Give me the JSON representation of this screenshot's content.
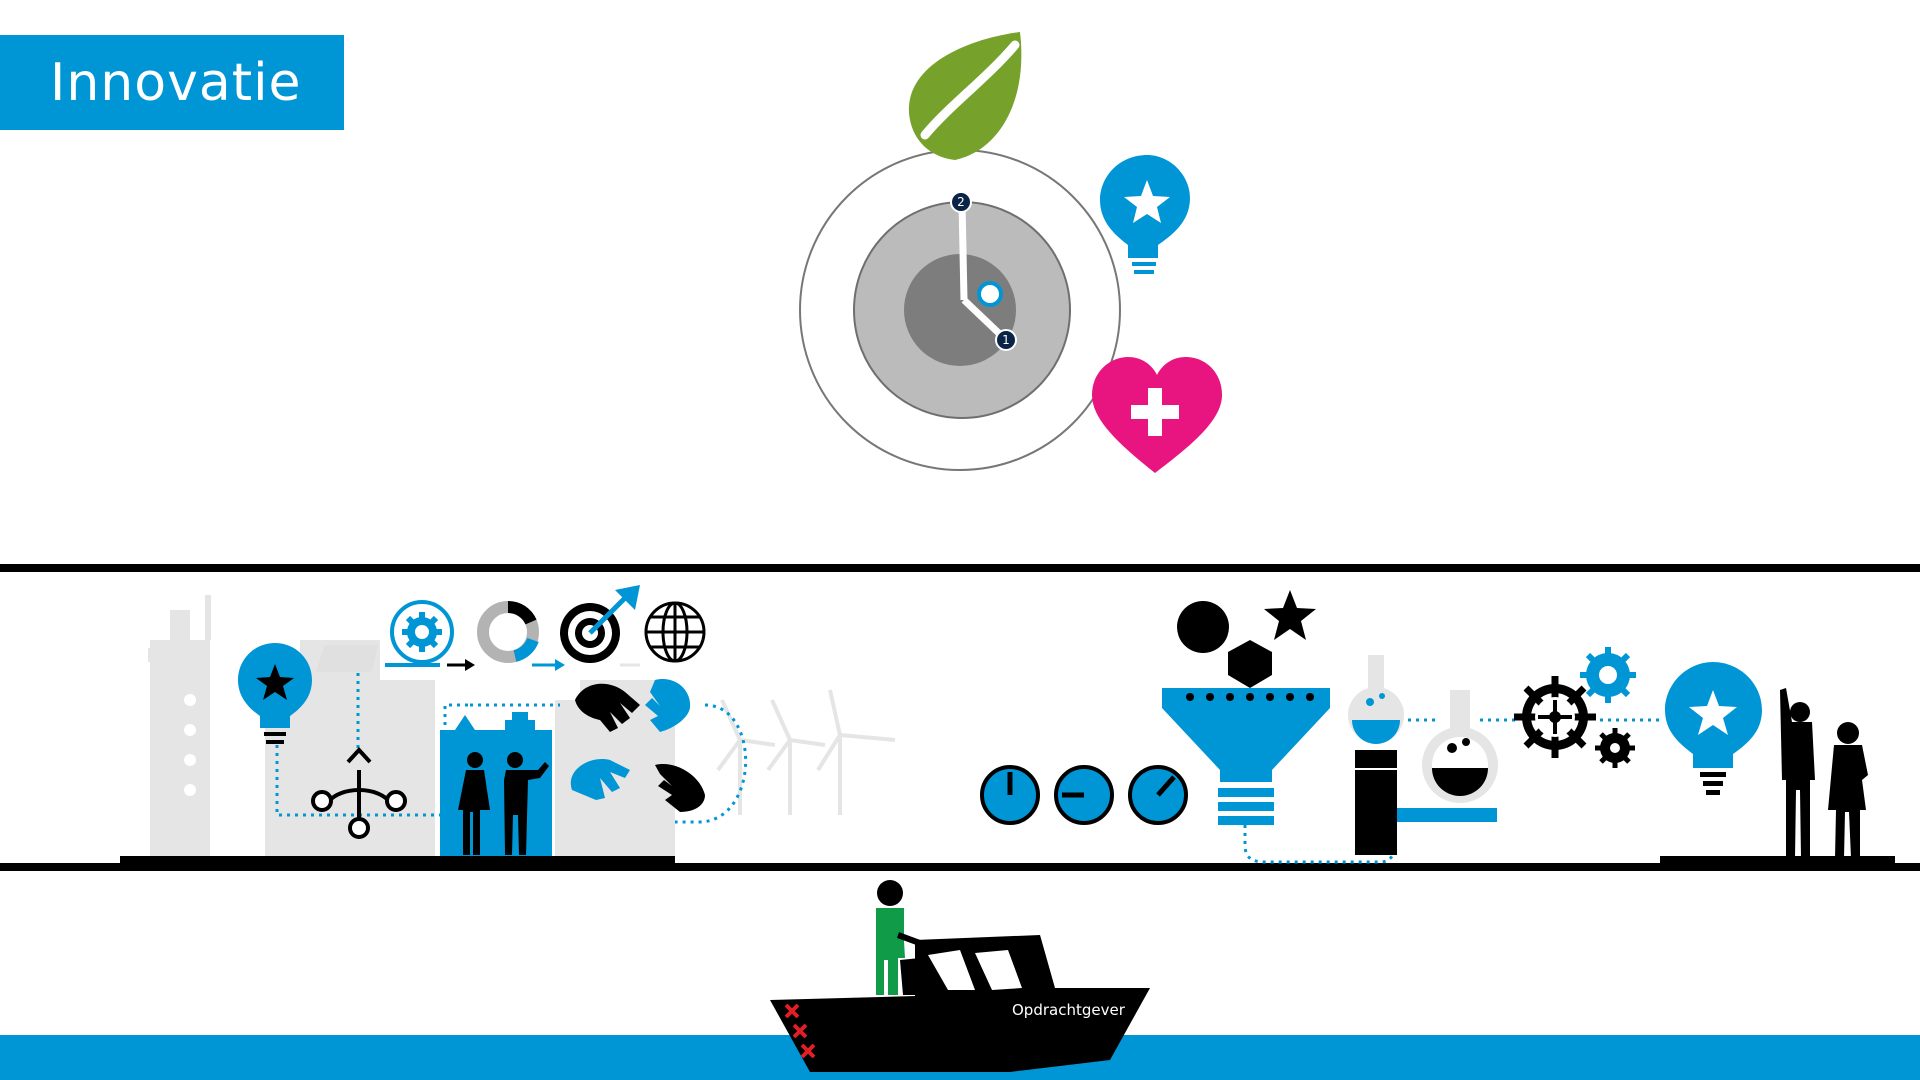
{
  "header": {
    "title": "Innovatie"
  },
  "clock": {
    "marker_top": "2",
    "marker_bottom": "1"
  },
  "boat": {
    "label": "Opdrachtgever",
    "flag_marks": "XXX"
  },
  "colors": {
    "accent_blue": "#0096d6",
    "leaf_green": "#76a22b",
    "heart_pink": "#e8147f",
    "ground_black": "#000000",
    "ghost_gray": "#e5e5e5"
  },
  "icons": [
    "leaf-icon",
    "clock-icon",
    "lightbulb-star-icon",
    "heart-plus-icon",
    "gear-cycle-icon",
    "donut-progress-icon",
    "target-arrow-icon",
    "globe-icon",
    "branching-arrow-icon",
    "handshake-icon",
    "wind-turbine-icon",
    "dial-icon",
    "funnel-icon",
    "star-icon",
    "hexagon-icon",
    "flask-icon",
    "gears-icon",
    "people-icon",
    "boat-icon"
  ]
}
